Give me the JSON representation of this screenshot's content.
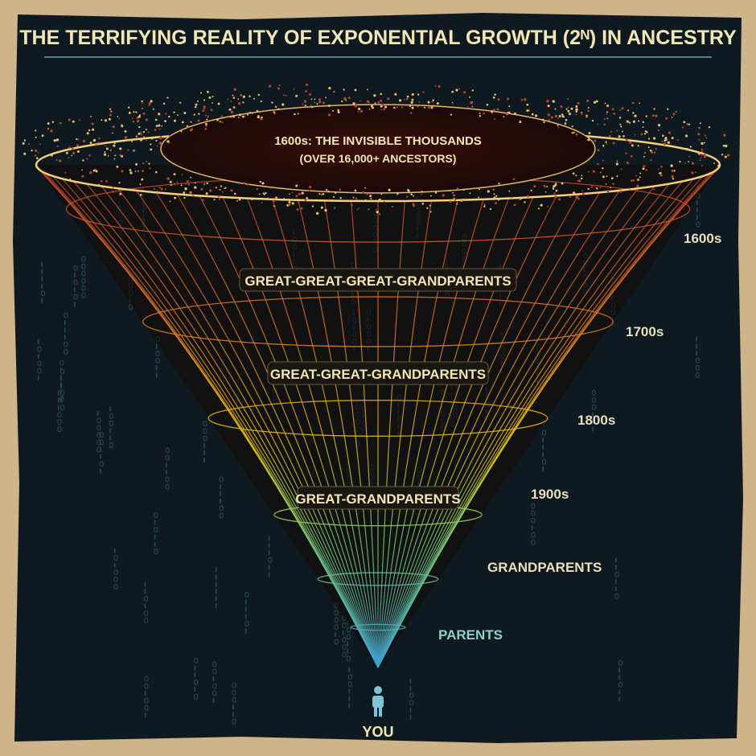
{
  "title": "THE TERRIFYING REALITY OF EXPONENTIAL GROWTH (2ᴺ) IN ANCESTRY",
  "top_label": {
    "line1": "1600s: THE INVISIBLE THOUSANDS",
    "line2": "(OVER 16,000+ ANCESTORS)"
  },
  "generation_labels": [
    {
      "text": "GREAT-GREAT-GREAT-GRANDPARENTS"
    },
    {
      "text": "GREAT-GREAT-GRANDPARENTS"
    },
    {
      "text": "GREAT-GRANDPARENTS"
    }
  ],
  "era_labels": [
    "1600s",
    "1700s",
    "1800s",
    "1900s",
    "GRANDPARENTS",
    "PARENTS"
  ],
  "you_label": "YOU",
  "icons": {
    "person": "person-icon"
  },
  "colors": {
    "background": "#0f1a20",
    "parchment": "#cdb48a",
    "title": "#f3e6b5",
    "top": "#c0392b",
    "middle": "#f1c40f",
    "lower": "#7bd47a",
    "bottom": "#3a9ad9",
    "era_text": "#eadfbf",
    "parents_text": "#8fd0c8"
  }
}
